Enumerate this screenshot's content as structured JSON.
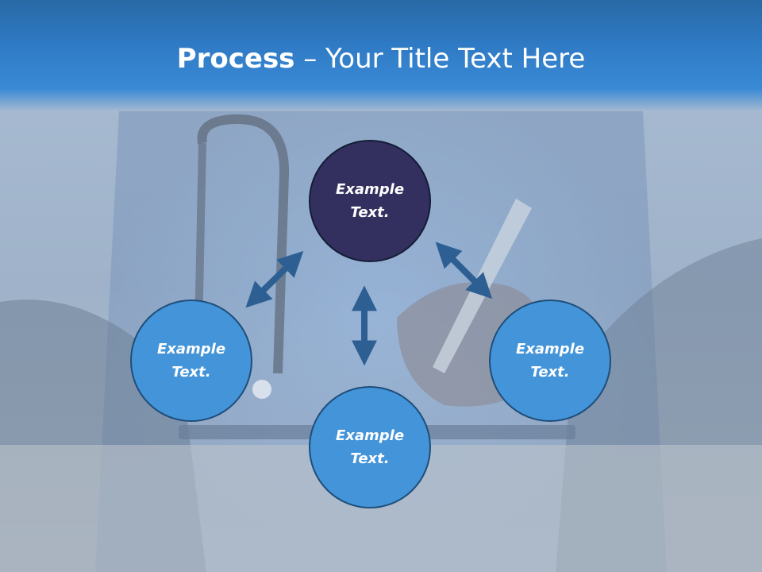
{
  "slide": {
    "title_bold": "Process",
    "title_rest": " – Your Title Text Here"
  },
  "nodes": {
    "top": "Example Text.",
    "left": "Example Text.",
    "right": "Example Text.",
    "bottom": "Example Text."
  },
  "colors": {
    "header": "#2f7ac4",
    "node_dark": "#33305f",
    "node_light": "#4394d9",
    "arrow": "#2e5f93"
  }
}
